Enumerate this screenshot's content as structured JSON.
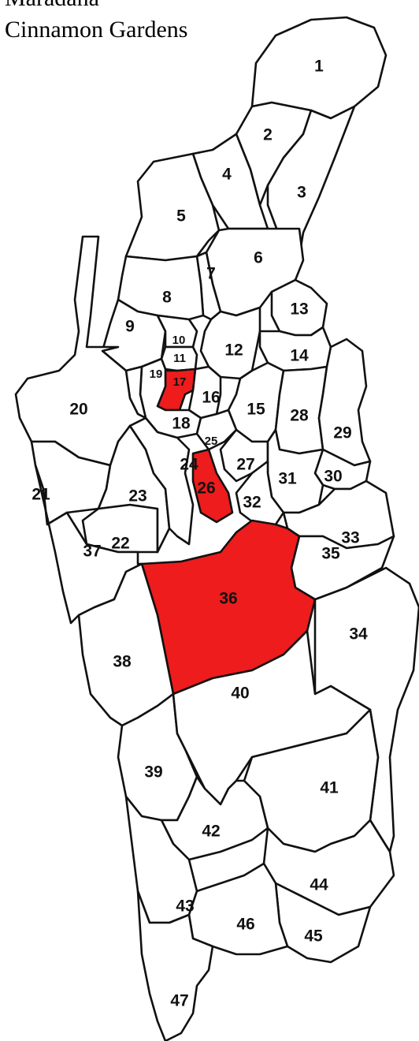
{
  "header": {
    "lines": [
      "Maradana",
      "Cinnamon Gardens"
    ]
  },
  "colors": {
    "land": "#ffffff",
    "highlight": "#ee1c1c",
    "border": "#111111"
  },
  "wards": [
    {
      "id": "1",
      "highlighted": false
    },
    {
      "id": "2",
      "highlighted": false
    },
    {
      "id": "3",
      "highlighted": false
    },
    {
      "id": "4",
      "highlighted": false
    },
    {
      "id": "5",
      "highlighted": false
    },
    {
      "id": "6",
      "highlighted": false
    },
    {
      "id": "7",
      "highlighted": false
    },
    {
      "id": "8",
      "highlighted": false
    },
    {
      "id": "9",
      "highlighted": false
    },
    {
      "id": "10",
      "highlighted": false
    },
    {
      "id": "11",
      "highlighted": false
    },
    {
      "id": "12",
      "highlighted": false
    },
    {
      "id": "13",
      "highlighted": false
    },
    {
      "id": "14",
      "highlighted": false
    },
    {
      "id": "15",
      "highlighted": false
    },
    {
      "id": "16",
      "highlighted": false
    },
    {
      "id": "17",
      "highlighted": true
    },
    {
      "id": "18",
      "highlighted": false
    },
    {
      "id": "19",
      "highlighted": false
    },
    {
      "id": "20",
      "highlighted": false
    },
    {
      "id": "21",
      "highlighted": false
    },
    {
      "id": "22",
      "highlighted": false
    },
    {
      "id": "23",
      "highlighted": false
    },
    {
      "id": "24",
      "highlighted": false
    },
    {
      "id": "25",
      "highlighted": false
    },
    {
      "id": "26",
      "highlighted": true
    },
    {
      "id": "27",
      "highlighted": false
    },
    {
      "id": "28",
      "highlighted": false
    },
    {
      "id": "29",
      "highlighted": false
    },
    {
      "id": "30",
      "highlighted": false
    },
    {
      "id": "31",
      "highlighted": false
    },
    {
      "id": "32",
      "highlighted": false
    },
    {
      "id": "33",
      "highlighted": false
    },
    {
      "id": "34",
      "highlighted": false
    },
    {
      "id": "35",
      "highlighted": false
    },
    {
      "id": "36",
      "highlighted": true
    },
    {
      "id": "37",
      "highlighted": false
    },
    {
      "id": "38",
      "highlighted": false
    },
    {
      "id": "39",
      "highlighted": false
    },
    {
      "id": "40",
      "highlighted": false
    },
    {
      "id": "41",
      "highlighted": false
    },
    {
      "id": "42",
      "highlighted": false
    },
    {
      "id": "43",
      "highlighted": false
    },
    {
      "id": "44",
      "highlighted": false
    },
    {
      "id": "45",
      "highlighted": false
    },
    {
      "id": "46",
      "highlighted": false
    },
    {
      "id": "47",
      "highlighted": false
    }
  ]
}
